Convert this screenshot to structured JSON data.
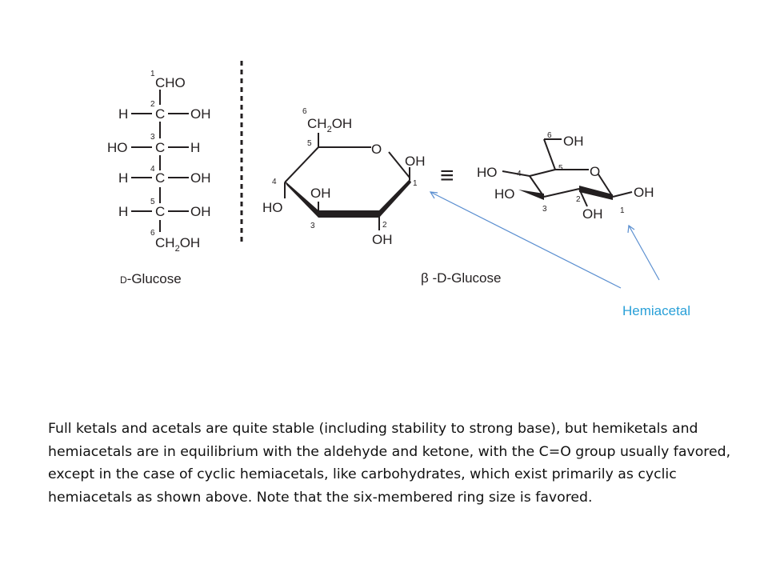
{
  "fischer": {
    "c1": "CHO",
    "h": "H",
    "oh": "OH",
    "ho": "HO",
    "c": "C",
    "ch2oh_ch": "CH",
    "ch2oh_2": "2",
    "ch2oh_oh": "OH",
    "numbers": [
      "1",
      "2",
      "3",
      "4",
      "5",
      "6"
    ],
    "caption_prefix": "D",
    "caption_rest": "-Glucose"
  },
  "haworth": {
    "c6_ch": "CH",
    "c6_2": "2",
    "c6_oh": "OH",
    "ring_o": "O",
    "oh": "OH",
    "ho": "HO",
    "numbers": [
      "1",
      "2",
      "3",
      "4",
      "5",
      "6"
    ],
    "caption_beta": "β",
    "caption_rest": " -D-Glucose"
  },
  "equivalence_symbol": "≡",
  "chair": {
    "oh": "OH",
    "ho": "HO",
    "ring_o": "O",
    "numbers": [
      "1",
      "2",
      "3",
      "4",
      "5",
      "6"
    ]
  },
  "annotation": {
    "label": "Hemiacetal",
    "color": "#2aa0d8"
  },
  "body_text": "Full ketals and acetals are quite stable (including stability to strong base), but hemiketals and hemiacetals are in equilibrium with the aldehyde and ketone, with the C=O group usually favored, except in the case of cyclic hemiacetals, like carbohydrates, which exist primarily as cyclic hemiacetals as shown above.  Note that the six-membered ring size is favored."
}
